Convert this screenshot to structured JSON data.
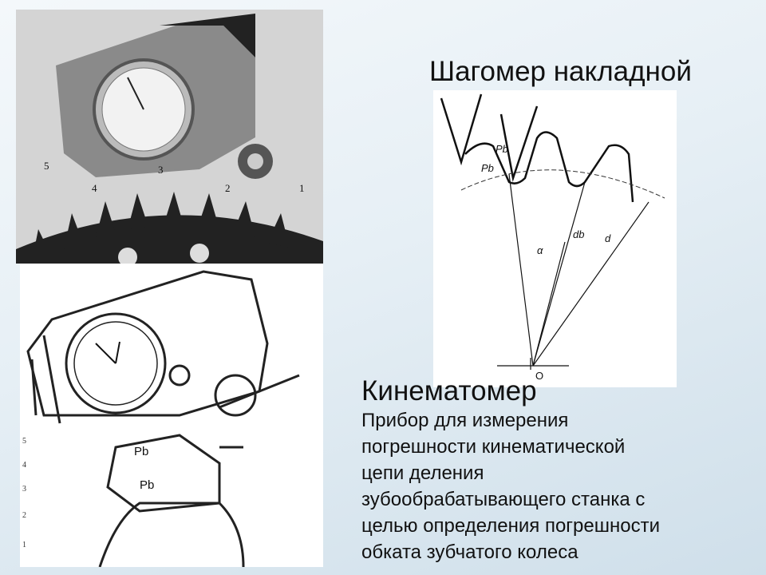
{
  "slide": {
    "title_top": "Шагомер накладной",
    "title_bottom": "Кинематомер",
    "description_lines": [
      "Прибор для измерения",
      "погрешности кинематической",
      "цепи деления",
      "зубообрабатывающего станка с",
      "целью определения погрешности",
      "обката зубчатого колеса"
    ]
  },
  "photo": {
    "labels": [
      "5",
      "4",
      "3",
      "2",
      "1"
    ]
  },
  "diagram": {
    "labels": {
      "pb_top": "Pb",
      "pb_left": "Pb",
      "alpha": "α",
      "db": "db",
      "d": "d",
      "origin": "O"
    }
  },
  "drawing": {
    "labels": {
      "pb_upper": "Pb",
      "pb_lower": "Pb",
      "side": [
        "5",
        "4",
        "3",
        "2",
        "1"
      ]
    }
  }
}
